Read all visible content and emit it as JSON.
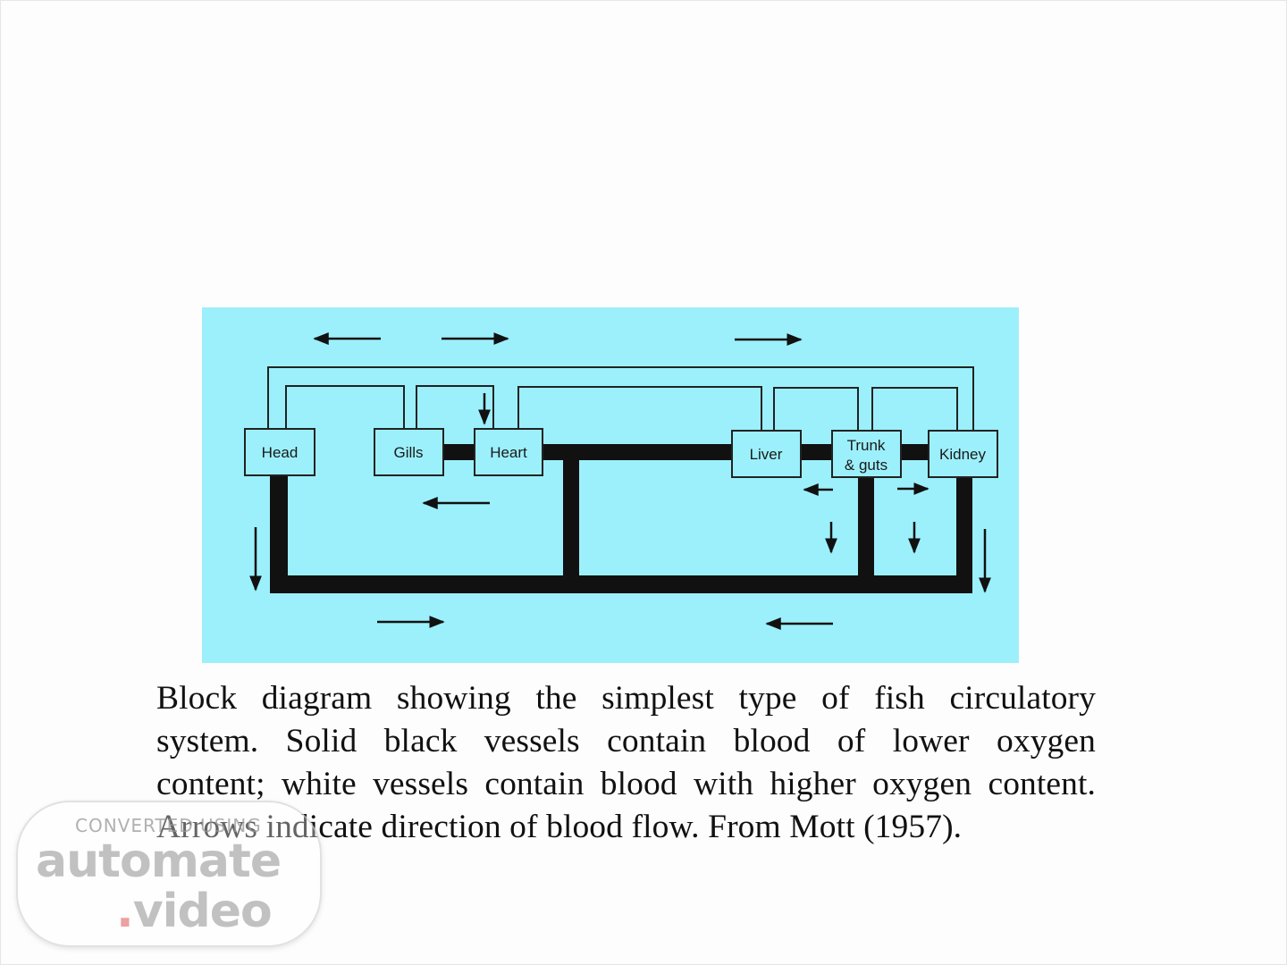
{
  "diagram": {
    "organs": {
      "head": "Head",
      "gills": "Gills",
      "heart": "Heart",
      "liver": "Liver",
      "trunk_line1": "Trunk",
      "trunk_line2": "& guts",
      "kidney": "Kidney"
    },
    "colors": {
      "panel": "#9cf0fb",
      "vessel_dark": "#111111",
      "box_border": "#222222"
    }
  },
  "caption": {
    "line1": "Block diagram showing the simplest type of fish circulatory",
    "line2": "system. Solid black vessels contain blood of lower oxygen",
    "line3": "content; white vessels contain blood with higher oxygen content.",
    "line4": "Arrows indicate direction of blood flow. From Mott (1957)."
  },
  "watermark": {
    "small": "CONVERTED USING",
    "big": "automate",
    "dot": ".",
    "big2": "video"
  }
}
